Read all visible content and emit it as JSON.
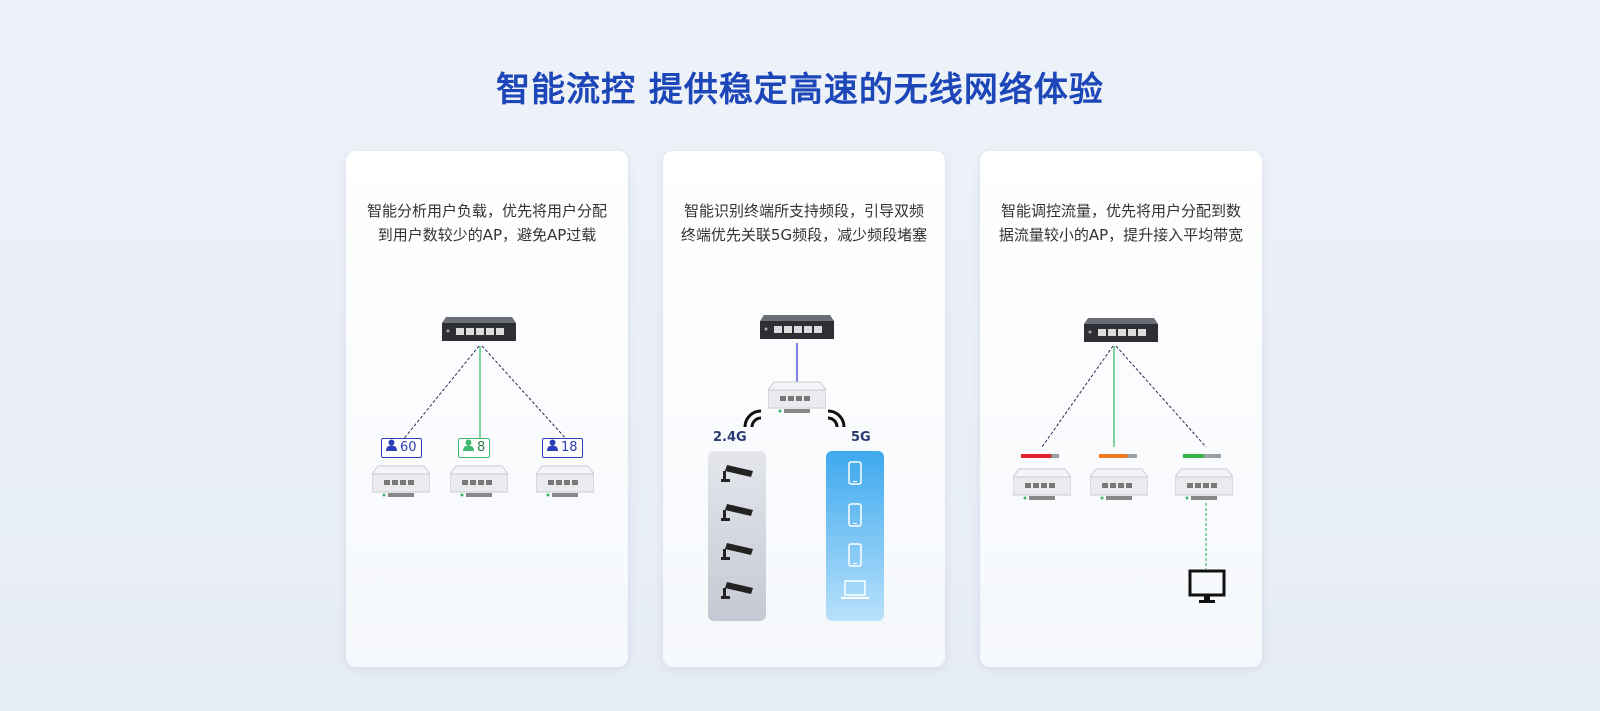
{
  "title": "智能流控  提供稳定高速的无线网络体验",
  "cards": [
    {
      "description": "智能分析用户负载，优先将用户分配到用户数较少的AP，避免AP过载",
      "ap_user_counts": [
        "60",
        "8",
        "18"
      ]
    },
    {
      "description": "智能识别终端所支持频段，引导双频终端优先关联5G频段，减少频段堵塞",
      "band_left": "2.4G",
      "band_right": "5G"
    },
    {
      "description": "智能调控流量，优先将用户分配到数据流量较小的AP，提升接入平均带宽"
    }
  ],
  "colors": {
    "title": "#1d47b8",
    "link_blue": "#3b3fe0",
    "link_green": "#3fb96e",
    "load_red": "#e0242a",
    "load_orange": "#f07a22",
    "load_green": "#33b54a"
  }
}
